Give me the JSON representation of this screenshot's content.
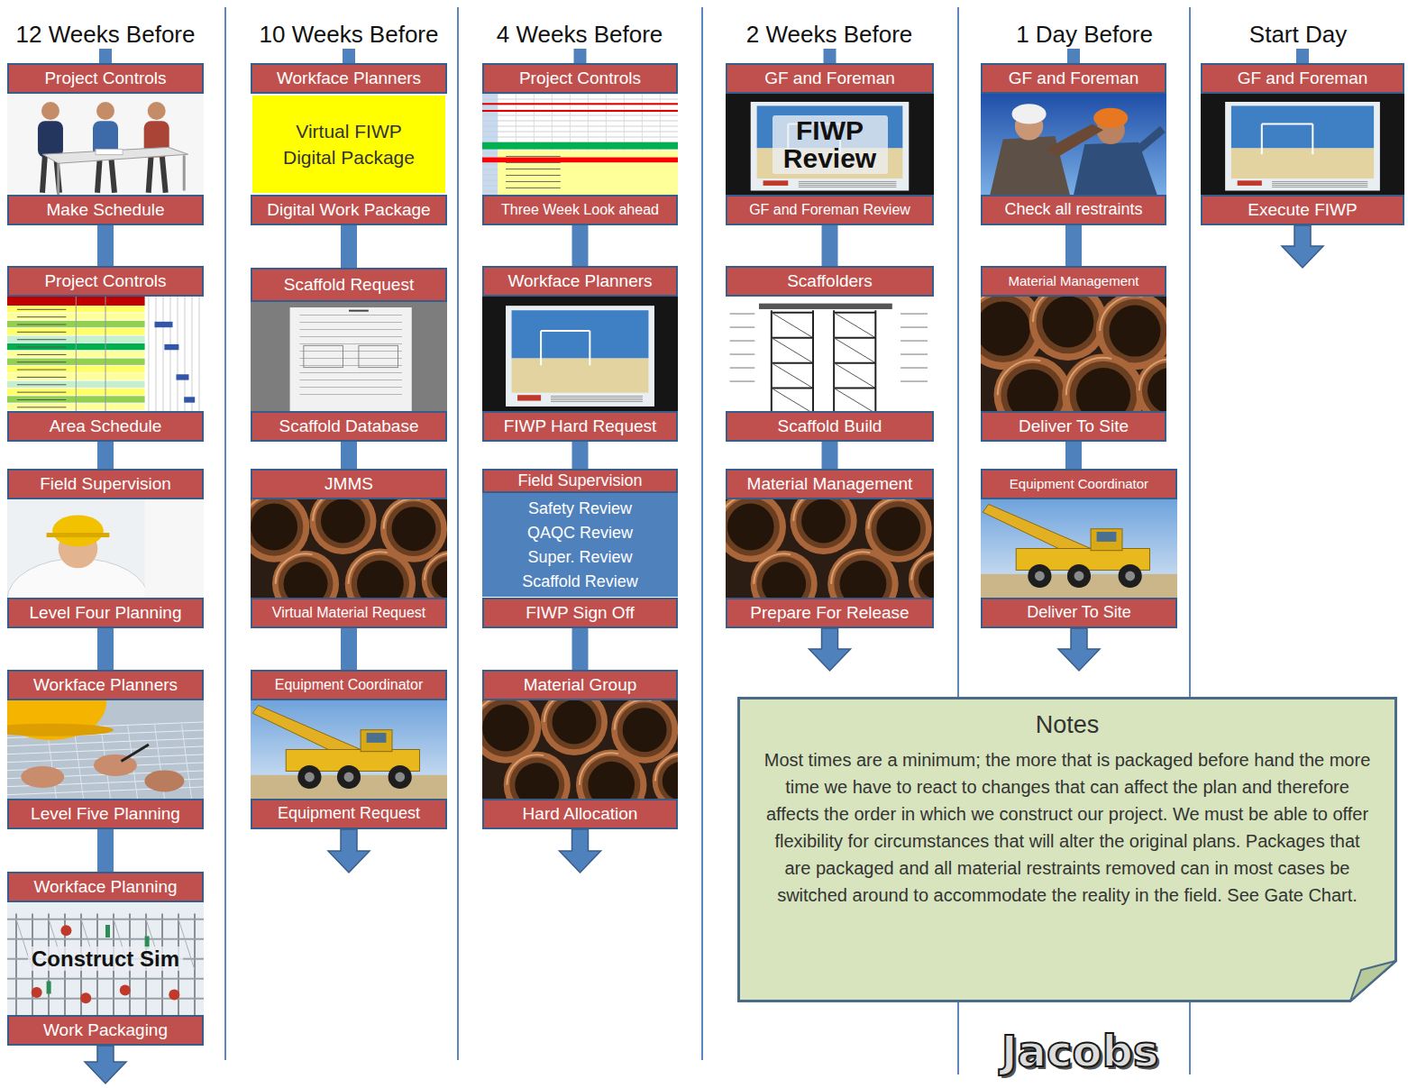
{
  "diagram": {
    "nodes": [
      {
        "text": [
          "Project Controls",
          "Make Schedule"
        ]
      },
      {
        "text": [
          "Project Controls",
          "Area Schedule"
        ]
      },
      {
        "text": [
          "Field Supervision",
          "Level Four Planning"
        ]
      },
      {
        "text": [
          "Workface Planners",
          "Level Five Planning"
        ]
      },
      {
        "text": [
          "Workface Planning",
          "Construct Sim",
          "Work Packaging"
        ]
      },
      {
        "text": [
          "Workface Planners",
          "Digital Work Package"
        ]
      },
      {
        "text": [
          "Virtual FIWP Digital Package"
        ],
        "in": 5
      },
      {
        "text": [
          "Scaffold Request",
          "Scaffold Database"
        ]
      },
      {
        "text": [
          "JMMS",
          "Virtual Material Request"
        ]
      },
      {
        "text": [
          "Equipment Coordinator",
          "Equipment Request"
        ]
      },
      {
        "text": [
          "Project Controls",
          "Three Week Look ahead"
        ]
      },
      {
        "text": [
          "Workface Planners",
          "FIWP Hard Request"
        ]
      },
      {
        "text": [
          "Field Supervision",
          "FIWP Sign Off"
        ]
      },
      {
        "text": [
          "Safety Review",
          "QAQC Review",
          "Super. Review",
          "Scaffold Review"
        ],
        "in": 12
      },
      {
        "text": [
          "Material Group",
          "Hard Allocation"
        ]
      },
      {
        "text": [
          "GF and Foreman",
          "FIWP Review",
          "GF and Foreman Review"
        ]
      },
      {
        "text": [
          "Scaffolders",
          "Scaffold Build"
        ]
      },
      {
        "text": [
          "Material Management",
          "Prepare For Release"
        ]
      },
      {
        "text": [
          "GF and Foreman",
          "Check all restraints"
        ]
      },
      {
        "text": [
          "Material Management",
          "Deliver To Site"
        ]
      },
      {
        "text": [
          "Equipment Coordinator",
          "Deliver To Site"
        ]
      },
      {
        "text": [
          "GF and Foreman",
          "Execute FIWP"
        ]
      },
      {
        "text": [
          "Notes",
          "Most times are a minimum; the more that is packaged before hand the more time we have to react to changes that can affect the plan and therefore affects the order in which we construct our project. We must be able to offer flexibility for circumstances that will alter the original plans. Packages that are packaged and all material restraints removed can in most cases be switched around to accommodate the reality in the field. See Gate Chart."
        ]
      }
    ],
    "edges": [
      {
        "from": 0,
        "to": 1,
        "arrow": "none"
      },
      {
        "from": 1,
        "to": 2,
        "arrow": "none"
      },
      {
        "from": 2,
        "to": 3,
        "arrow": "none"
      },
      {
        "from": 3,
        "to": 4,
        "arrow": "none"
      },
      {
        "from": 5,
        "to": 7,
        "arrow": "none"
      },
      {
        "from": 7,
        "to": 8,
        "arrow": "none"
      },
      {
        "from": 8,
        "to": 9,
        "arrow": "none"
      },
      {
        "from": 10,
        "to": 11,
        "arrow": "none"
      },
      {
        "from": 11,
        "to": 12,
        "arrow": "none"
      },
      {
        "from": 12,
        "to": 14,
        "arrow": "none"
      },
      {
        "from": 15,
        "to": 16,
        "arrow": "none"
      },
      {
        "from": 16,
        "to": 17,
        "arrow": "none"
      },
      {
        "from": 18,
        "to": 19,
        "arrow": "none"
      },
      {
        "from": 19,
        "to": 20,
        "arrow": "none"
      }
    ],
    "labels": [
      "12 Weeks Before",
      "10 Weeks Before",
      "4 Weeks Before",
      "2 Weeks Before",
      "1 Day Before",
      "Start Day",
      "Jacobs"
    ]
  }
}
